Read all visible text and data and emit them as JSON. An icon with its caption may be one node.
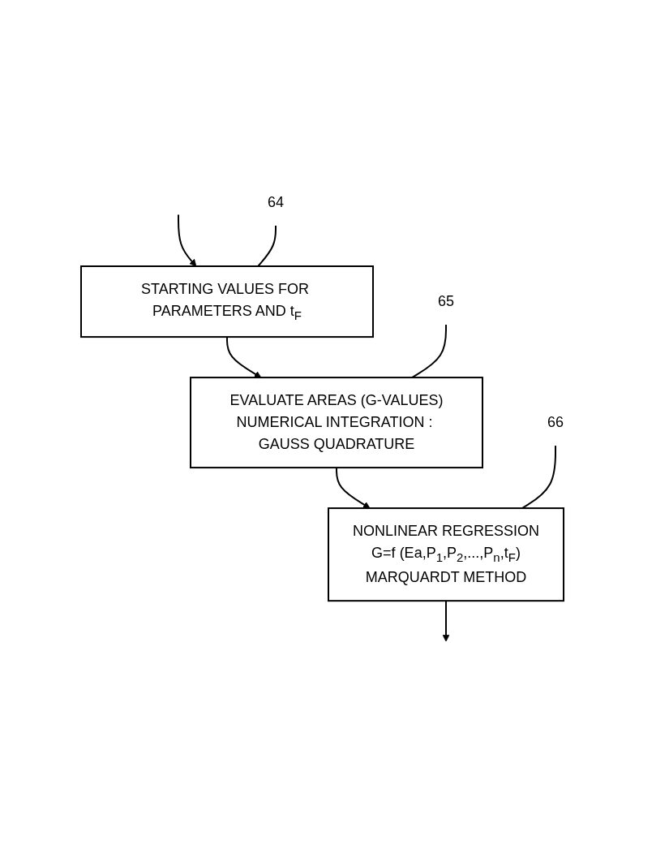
{
  "diagram": {
    "nodes": [
      {
        "text": [
          "STARTING VALUES FOR PARAMETERS AND t$_{F}$"
        ]
      },
      {
        "text": [
          "64"
        ]
      },
      {
        "text": [
          "EVALUATE AREAS (G-VALUES)",
          "NUMERICAL INTEGRATION : GAUSS QUADRATURE"
        ]
      },
      {
        "text": [
          "65"
        ]
      },
      {
        "text": [
          "NONLINEAR REGRESSION",
          "G=f (Ea,P$_{1}$,P$_{2}$,...,P$_{n}$,t$_{F}$)",
          "MARQUARDT METHOD"
        ]
      },
      {
        "text": [
          "66"
        ]
      }
    ],
    "edges": [
      {
        "from": null,
        "to": 0,
        "arrow": "to"
      },
      {
        "from": 0,
        "to": 2,
        "arrow": "to"
      },
      {
        "from": 2,
        "to": 4,
        "arrow": "to"
      },
      {
        "from": 4,
        "to": null,
        "arrow": "to"
      },
      {
        "from": 1,
        "to": 0,
        "arrow": "none"
      },
      {
        "from": 3,
        "to": 2,
        "arrow": "none"
      },
      {
        "from": 5,
        "to": 4,
        "arrow": "none"
      }
    ]
  }
}
